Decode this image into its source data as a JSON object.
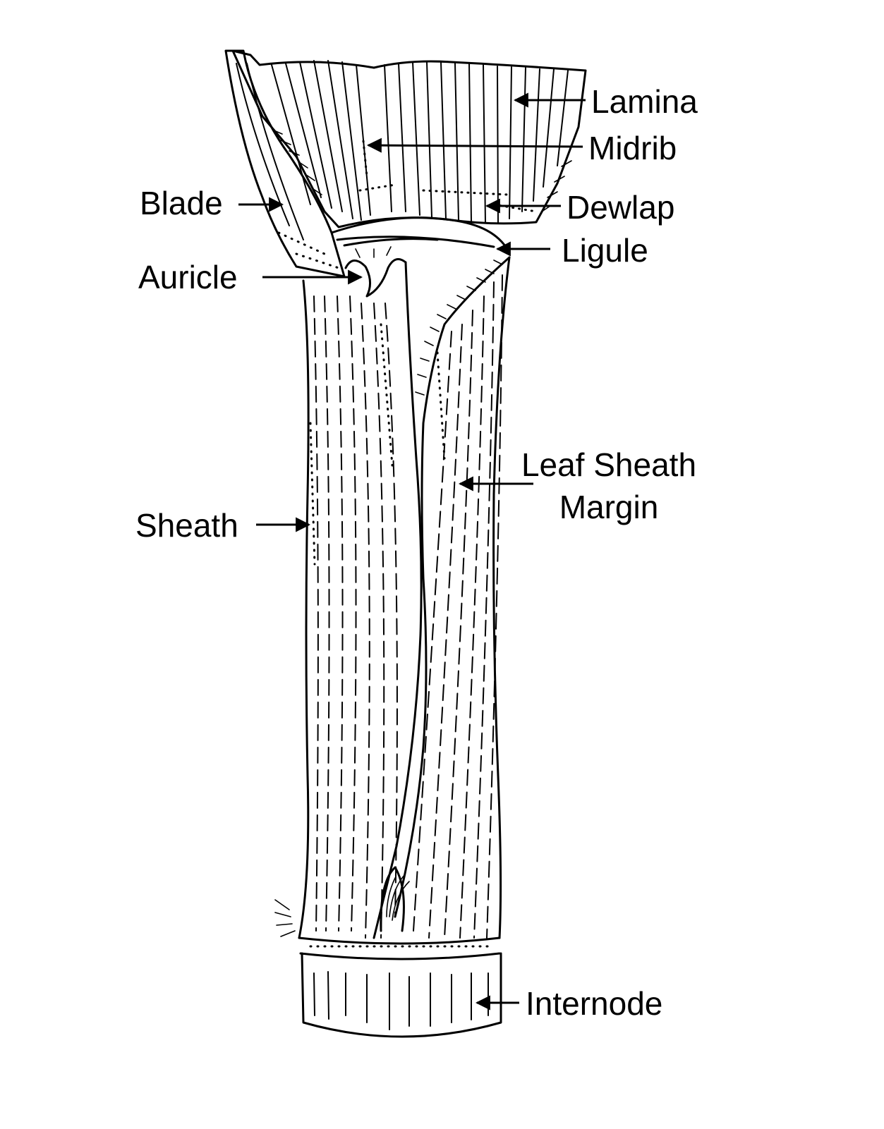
{
  "labels": {
    "lamina": "Lamina",
    "midrib": "Midrib",
    "blade": "Blade",
    "dewlap": "Dewlap",
    "ligule": "Ligule",
    "auricle": "Auricle",
    "leaf_sheath_margin_line1": "Leaf Sheath",
    "leaf_sheath_margin_line2": "Margin",
    "sheath": "Sheath",
    "internode": "Internode"
  },
  "colors": {
    "ink": "#000000",
    "paper": "#ffffff"
  }
}
